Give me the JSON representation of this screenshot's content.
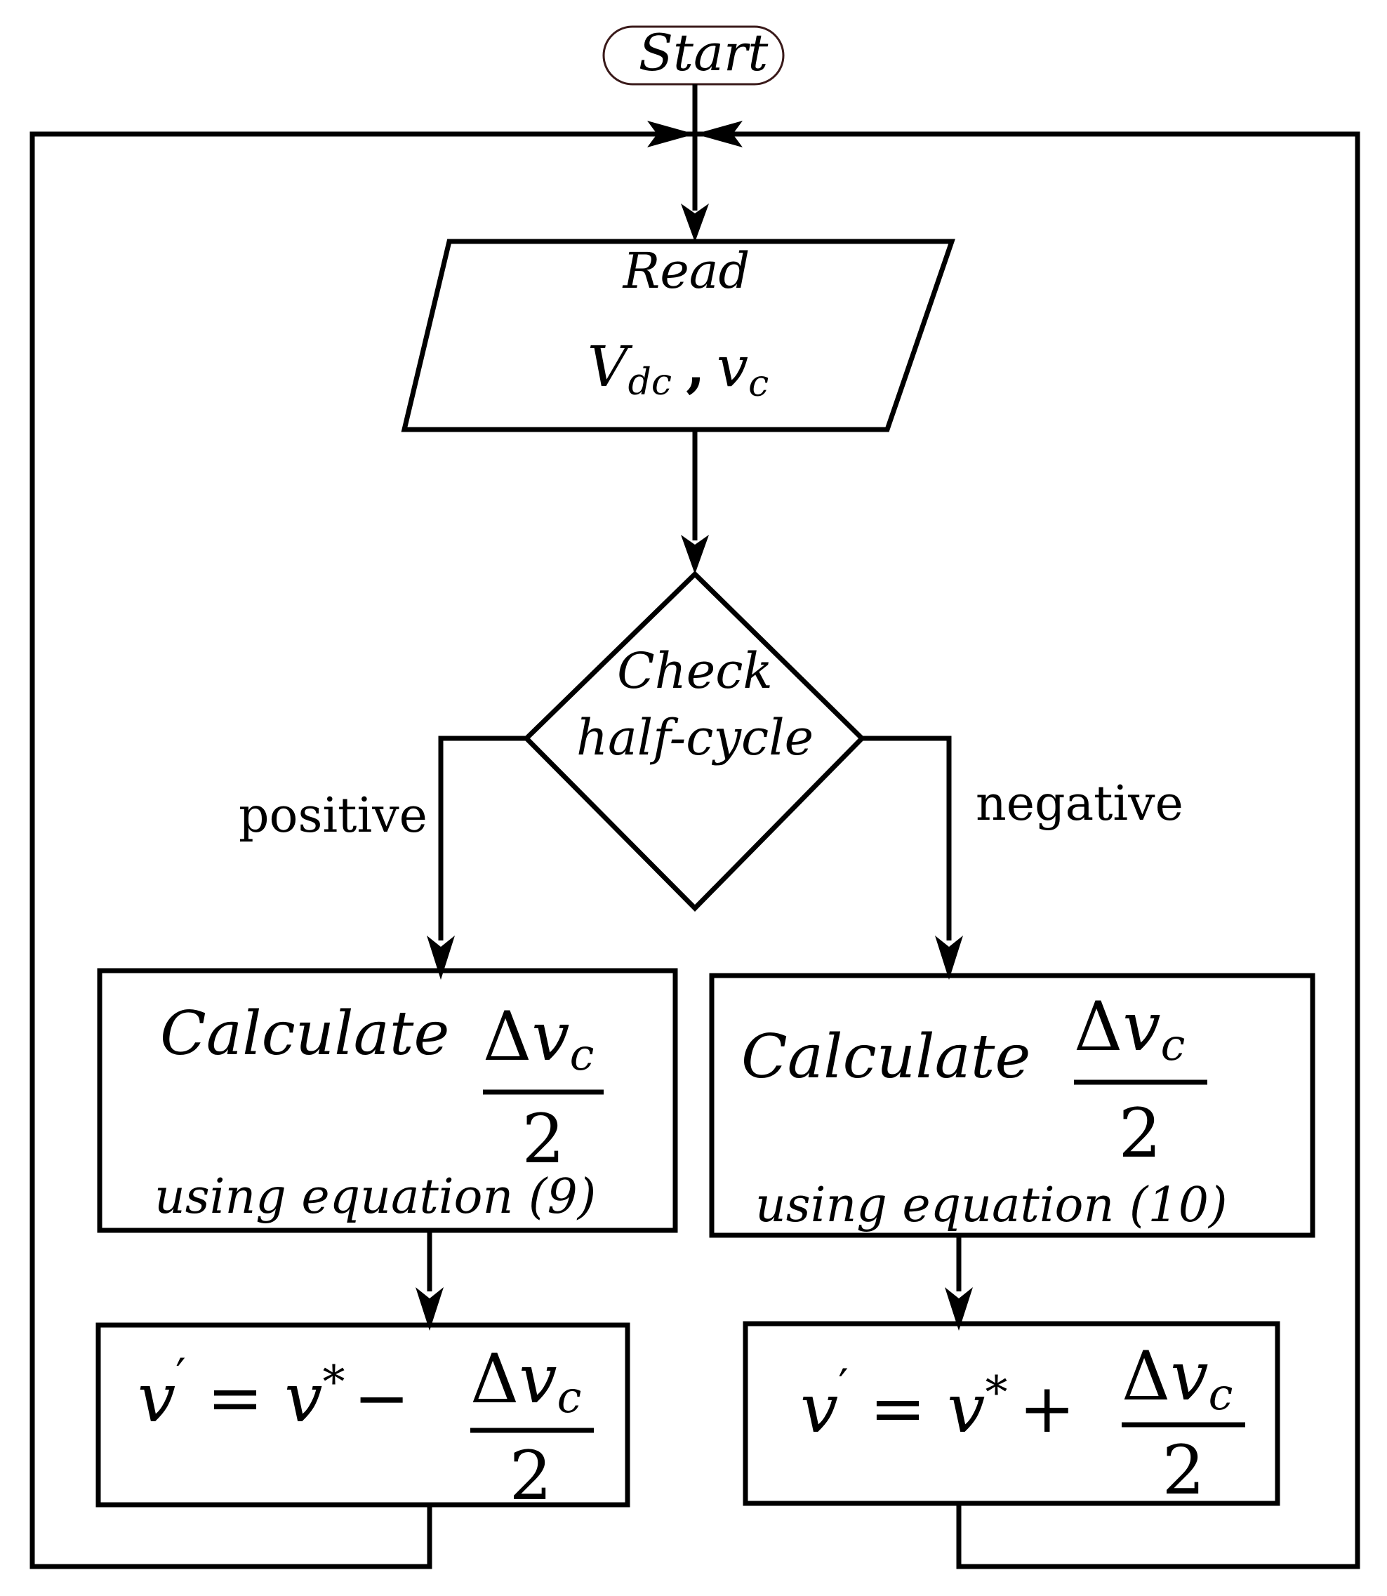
{
  "start": {
    "label": "Start"
  },
  "read": {
    "title": "Read",
    "v_main": "V",
    "v_sub": "dc",
    "comma": ",",
    "vc_main": "v",
    "vc_sub": "c"
  },
  "decision": {
    "line1": "Check",
    "line2": "half-cycle"
  },
  "branches": {
    "positive": "positive",
    "negative": "negative"
  },
  "calc_left": {
    "label": "Calculate",
    "num_delta": "Δ",
    "num_v": "v",
    "num_sub": "c",
    "den": "2",
    "note": "using equation (9)"
  },
  "calc_right": {
    "label": "Calculate",
    "num_delta": "Δ",
    "num_v": "v",
    "num_sub": "c",
    "den": "2",
    "note": "using equation (10)"
  },
  "update_left": {
    "lhs": "v",
    "prime": "′",
    "eq": "=",
    "rhs_v": "v",
    "star": "*",
    "op": "−",
    "num_delta": "Δ",
    "num_v": "v",
    "num_sub": "c",
    "den": "2"
  },
  "update_right": {
    "lhs": "v",
    "prime": "′",
    "eq": "=",
    "rhs_v": "v",
    "star": "*",
    "op": "+",
    "num_delta": "Δ",
    "num_v": "v",
    "num_sub": "c",
    "den": "2"
  }
}
